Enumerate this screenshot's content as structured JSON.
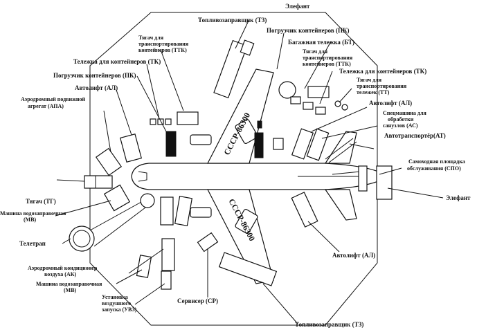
{
  "colors": {
    "ink": "#111111",
    "paper": "#ffffff"
  },
  "aircraft": {
    "registration_top": "СССР-86300",
    "registration_bottom": "СССР-86300"
  },
  "labels": {
    "elefant_top": "Элефант",
    "fuel_tanker_top": "Топливозаправщик (ТЗ)",
    "container_loader_right": "Погрузчик контейнеров (ПК)",
    "ttk_left_1": "Тягач для",
    "ttk_left_2": "транспортирования",
    "ttk_left_3": "контейнеров (ТТК)",
    "baggage_cart": "Багажная тележка (БТ)",
    "ttk_right_1": "Тягач для",
    "ttk_right_2": "транспортирования",
    "ttk_right_3": "контейнеров (ТТК)",
    "container_cart_left": "Тележка для контейнеров (ТК)",
    "container_cart_right": "Тележка для контейнеров (ТК)",
    "container_loader_left": "Погрузчик контейнеров (ПК)",
    "tt_1": "Тягач для",
    "tt_2": "транспортирования",
    "tt_3": "тележек (ТТ)",
    "autolift_left": "Автолифт (АЛ)",
    "autolift_right": "Автолифт (АЛ)",
    "apa_1": "Аэродромный подвижной",
    "apa_2": "агрегат (АПА)",
    "as_1": "Спецмашина для",
    "as_2": "обработки",
    "as_3": "санузлов (АС)",
    "at": "Автотранспортёр(АТ)",
    "spo_1": "Самоходная площадка",
    "spo_2": "обслуживания (СПО)",
    "elefant_right": "Элефант",
    "tug": "Тягач (ТГ)",
    "mv_top_1": "Машина водозаправочная",
    "mv_top_2": "(МВ)",
    "teletrap": "Телетрап",
    "autolift_bottom": "Автолифт (АЛ)",
    "ak_1": "Аэродромный кондиционер",
    "ak_2": "воздуха (АК)",
    "mv_bottom_1": "Машина водозаправочная",
    "mv_bottom_2": "(МВ)",
    "uvz_1": "Установка",
    "uvz_2": "воздушного",
    "uvz_3": "запуска (УВЗ)",
    "servicer": "Сервисер (СР)",
    "fuel_tanker_bottom": "Топливозаправщик (ТЗ)"
  }
}
